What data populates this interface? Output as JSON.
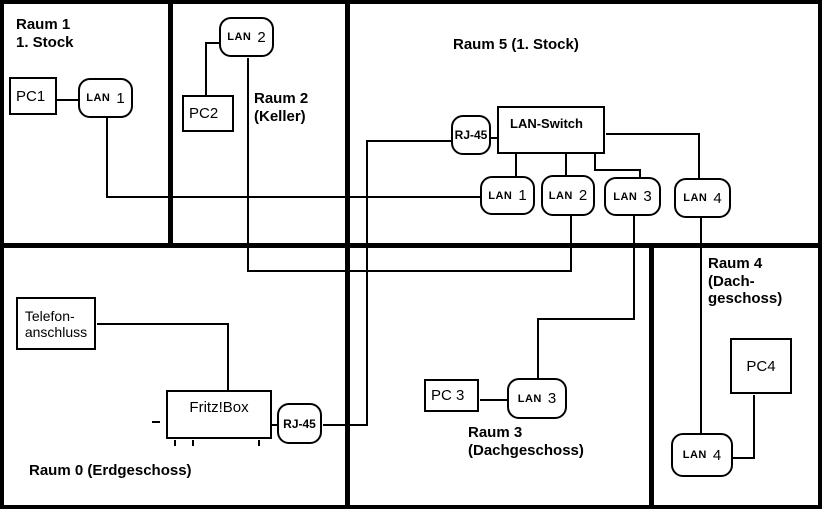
{
  "colors": {
    "background": "#ffffff",
    "line": "#000000"
  },
  "rooms": {
    "raum1": {
      "label": "Raum 1\n1. Stock"
    },
    "raum2": {
      "label": "Raum 2\n(Keller)"
    },
    "raum5": {
      "label": "Raum 5 (1. Stock)"
    },
    "raum0": {
      "label": "Raum 0 (Erdgeschoss)"
    },
    "raum3": {
      "label": "Raum 3\n(Dachgeschoss)"
    },
    "raum4": {
      "label": "Raum 4\n(Dach-\ngeschoss)"
    }
  },
  "nodes": {
    "pc1": {
      "label": "PC1"
    },
    "lan1_raum1": {
      "prefix": "LAN",
      "number": "1"
    },
    "pc2": {
      "label": "PC2"
    },
    "lan2_raum2": {
      "prefix": "LAN",
      "number": "2"
    },
    "rj45_raum5": {
      "label": "RJ-45"
    },
    "lan_switch": {
      "label": "LAN-Switch"
    },
    "lan1_raum5": {
      "prefix": "LAN",
      "number": "1"
    },
    "lan2_raum5": {
      "prefix": "LAN",
      "number": "2"
    },
    "lan3_raum5": {
      "prefix": "LAN",
      "number": "3"
    },
    "lan4_raum5": {
      "prefix": "LAN",
      "number": "4"
    },
    "telefonanschluss": {
      "label": "Telefon-\nanschluss"
    },
    "fritzbox": {
      "label": "Fritz!Box"
    },
    "rj45_raum0": {
      "label": "RJ-45"
    },
    "pc3": {
      "label": "PC 3"
    },
    "lan3_raum3": {
      "prefix": "LAN",
      "number": "3"
    },
    "pc4": {
      "label": "PC4"
    },
    "lan4_raum4": {
      "prefix": "LAN",
      "number": "4"
    }
  }
}
